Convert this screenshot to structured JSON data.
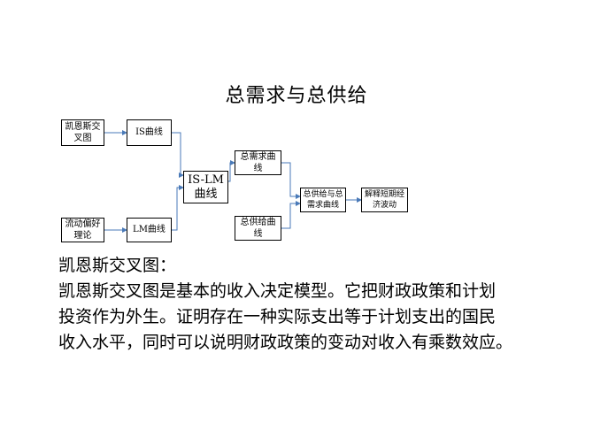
{
  "title": "总需求与总供给",
  "diagram": {
    "nodes": {
      "keynes_cross": "凯恩斯交叉图",
      "is_curve": "IS曲线",
      "liquidity_pref": "流动偏好理论",
      "lm_curve": "LM曲线",
      "is_lm": "IS-LM曲线",
      "ad_curve": "总需求曲线",
      "as_curve": "总供给曲线",
      "as_ad": "总供给与总需求曲线",
      "explain": "解释短期经济波动"
    },
    "edges": [
      [
        "keynes_cross",
        "is_curve"
      ],
      [
        "liquidity_pref",
        "lm_curve"
      ],
      [
        "is_curve",
        "is_lm"
      ],
      [
        "lm_curve",
        "is_lm"
      ],
      [
        "is_lm",
        "ad_curve"
      ],
      [
        "ad_curve",
        "as_ad"
      ],
      [
        "as_curve",
        "as_ad"
      ],
      [
        "as_ad",
        "explain"
      ]
    ]
  },
  "description": {
    "heading": "凯恩斯交叉图：",
    "lines": [
      "凯恩斯交叉图是基本的收入决定模型。它把财政政策和计划",
      "投资作为外生。证明存在一种实际支出等于计划支出的国民",
      "收入水平，同时可以说明财政政策的变动对收入有乘数效应。"
    ]
  }
}
